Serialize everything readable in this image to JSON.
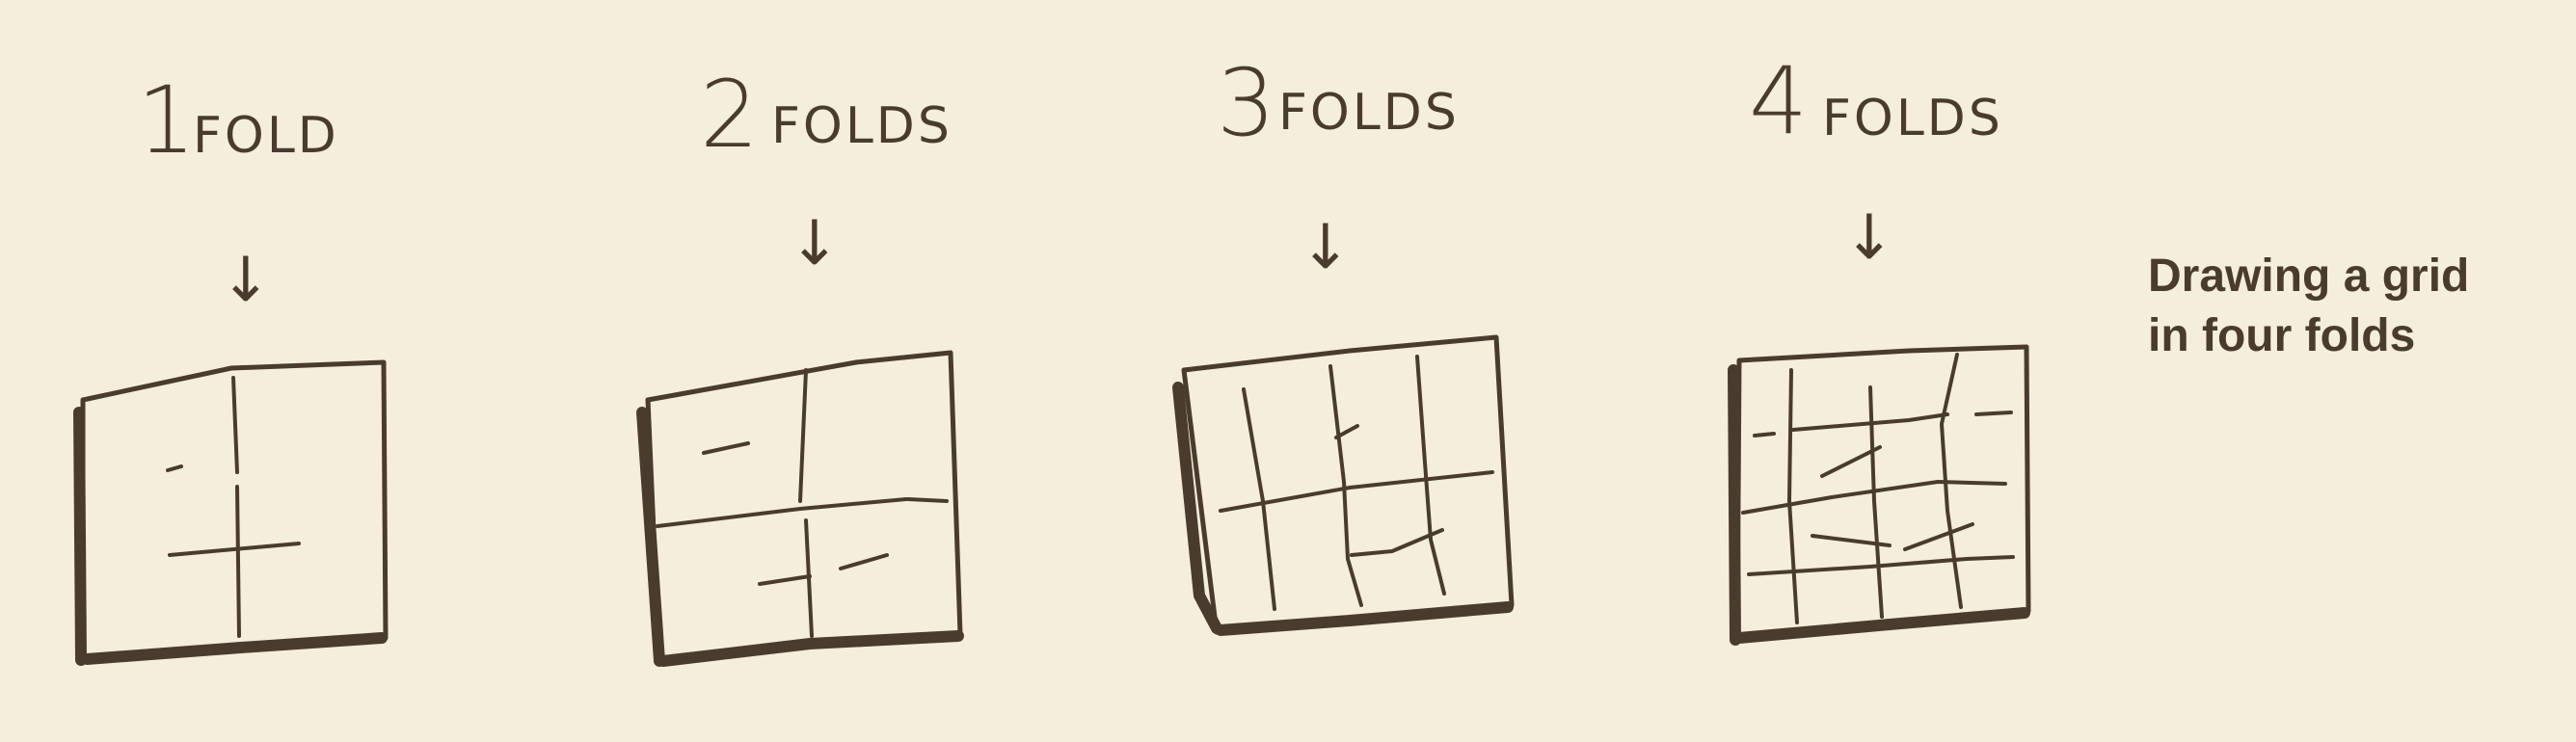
{
  "steps": [
    {
      "number": "1",
      "word": "FOLD",
      "arrow": "↓"
    },
    {
      "number": "2",
      "word": "FOLDS",
      "arrow": "↓"
    },
    {
      "number": "3",
      "word": "FOLDS",
      "arrow": "↓"
    },
    {
      "number": "4",
      "word": "FOLDS",
      "arrow": "↓"
    }
  ],
  "caption": {
    "line1": "Drawing a grid",
    "line2": "in four folds"
  },
  "colors": {
    "background": "#f5eedc",
    "ink": "#4a3b2f"
  }
}
